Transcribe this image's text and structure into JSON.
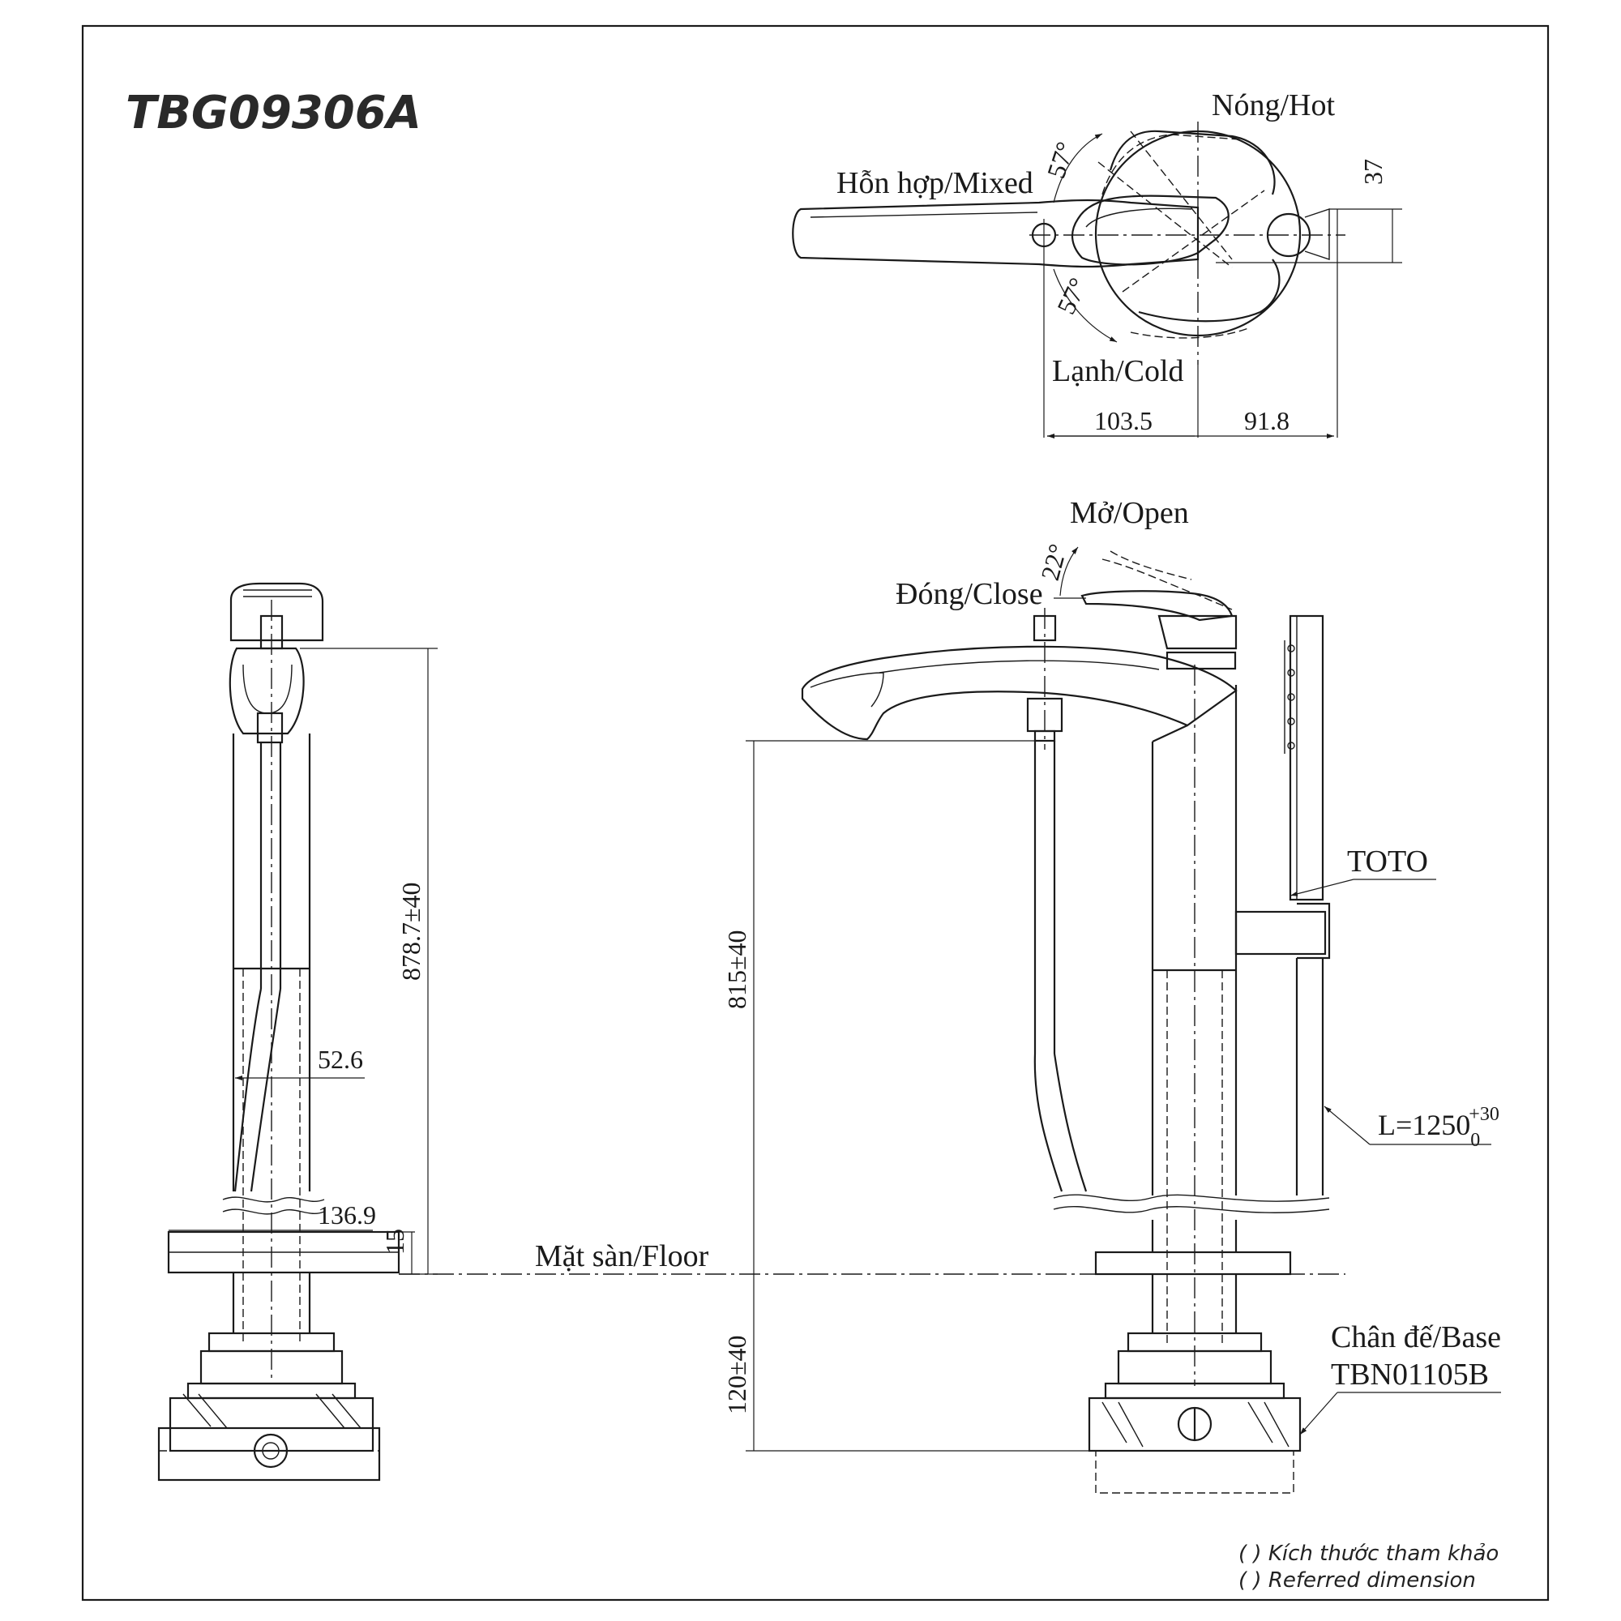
{
  "title": "TBG09306A",
  "top_view": {
    "hot": "Nóng/Hot",
    "mixed": "Hỗn hợp/Mixed",
    "cold": "Lạnh/Cold",
    "angle_upper": "57°",
    "angle_lower": "57°",
    "dim_height": "37",
    "dim_left": "103.5",
    "dim_right": "91.8"
  },
  "front_view": {
    "open": "Mở/Open",
    "close": "Đóng/Close",
    "angle": "22°",
    "brand": "TOTO",
    "hose_length": "L=1250",
    "hose_tol_upper": "+30",
    "hose_tol_lower": "0",
    "dim_height": "815±40",
    "dim_below": "120±40",
    "base_label": "Chân đế/Base",
    "base_model": "TBN01105B"
  },
  "side_view": {
    "dim_height": "878.7±40",
    "dim_width": "52.6",
    "dim_plate": "136.9",
    "dim_plate_thickness": "15"
  },
  "floor_label": "Mặt sàn/Floor",
  "notes": [
    "( ) Kích thước tham khảo",
    "( ) Referred dimension"
  ]
}
